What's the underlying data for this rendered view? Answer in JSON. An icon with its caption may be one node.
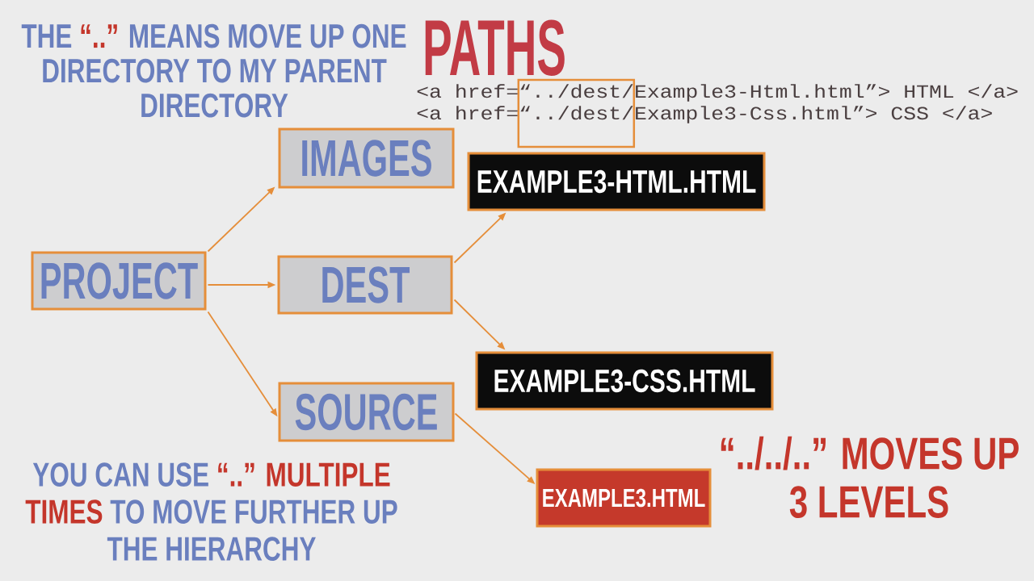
{
  "diagram": {
    "title": "PATHS",
    "nodes": [
      {
        "text": [
          "PROJECT"
        ]
      },
      {
        "text": [
          "IMAGES"
        ]
      },
      {
        "text": [
          "DEST"
        ]
      },
      {
        "text": [
          "SOURCE"
        ]
      },
      {
        "text": [
          "EXAMPLE3-HTML.HTML"
        ]
      },
      {
        "text": [
          "EXAMPLE3-CSS.HTML"
        ]
      },
      {
        "text": [
          "EXAMPLE3.HTML"
        ]
      }
    ],
    "edges": [
      {
        "from": 0,
        "to": 1,
        "arrow": "to"
      },
      {
        "from": 0,
        "to": 2,
        "arrow": "to"
      },
      {
        "from": 0,
        "to": 3,
        "arrow": "to"
      },
      {
        "from": 2,
        "to": 4,
        "arrow": "to"
      },
      {
        "from": 2,
        "to": 5,
        "arrow": "to"
      },
      {
        "from": 3,
        "to": 6,
        "arrow": "to"
      }
    ],
    "labels": [
      "THE **“..”** MEANS MOVE UP ONE DIRECTORY TO MY PARENT DIRECTORY",
      "<a href=“../dest/Example3-Html.html”> HTML </a>",
      "<a href=“../dest/Example3-Css.html”> CSS </a>",
      "“../../..” MOVES UP 3 LEVELS",
      "YOU CAN USE **“..” MULTIPLE TIMES** TO MOVE FURTHER UP THE HIERARCHY"
    ]
  }
}
